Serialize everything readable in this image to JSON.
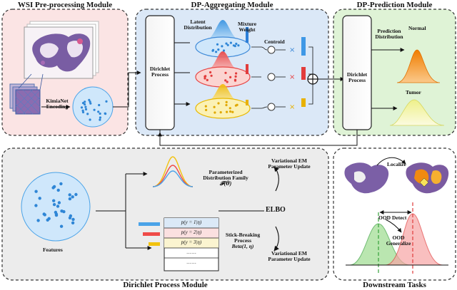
{
  "modules": {
    "wsi": "WSI Pre-processing Module",
    "dp_agg": "DP-Aggregating Module",
    "dp_pred": "DP-Prediction Module",
    "dirichlet": "Dirichlet Process Module",
    "downstream": "Downstream Tasks"
  },
  "wsi": {
    "encoding": [
      "KimiaNet",
      "Encoding"
    ]
  },
  "agg": {
    "process": [
      "Dirichlet",
      "Process"
    ],
    "latent": [
      "Latent",
      "Distribution"
    ],
    "mixture": [
      "Mixture",
      "Weight"
    ],
    "centroid": "Centroid"
  },
  "pred": {
    "process": [
      "Dirichlet",
      "Process"
    ],
    "prediction": [
      "Prediction",
      "Distribution"
    ],
    "normal": "Normal",
    "tumor": "Tumor"
  },
  "dpm": {
    "features": "Features",
    "param_family": [
      "Parameterized",
      "Distribution Family"
    ],
    "f_theta": "𝓕(𝜽)",
    "em_top": [
      "Variational EM",
      "Parameter Update"
    ],
    "em_bottom": [
      "Variational EM",
      "Parameter Update"
    ],
    "elbo": "ELBO",
    "stick": [
      "Stick-Breaking",
      "Process"
    ],
    "beta": "Beta(1, η)",
    "table_rows": [
      "p(y = 1|η)",
      "p(y = 2|η)",
      "p(y = 3|η)",
      "……",
      "……"
    ]
  },
  "downstream": {
    "localize": "Localize",
    "ood_detect": "OOD Detect",
    "ood_generalize": [
      "OOD",
      "Generalize"
    ]
  },
  "colors": {
    "blue": "#4aa3e8",
    "red": "#ef4b48",
    "yellow": "#f2c20f",
    "orange": "#f08a10",
    "light_yellow": "#f4f0a0",
    "green_panel": "#dff3d6",
    "blue_panel": "#dbe8f7",
    "pink_panel": "#fbe4e4",
    "grey_panel": "#ececec"
  }
}
